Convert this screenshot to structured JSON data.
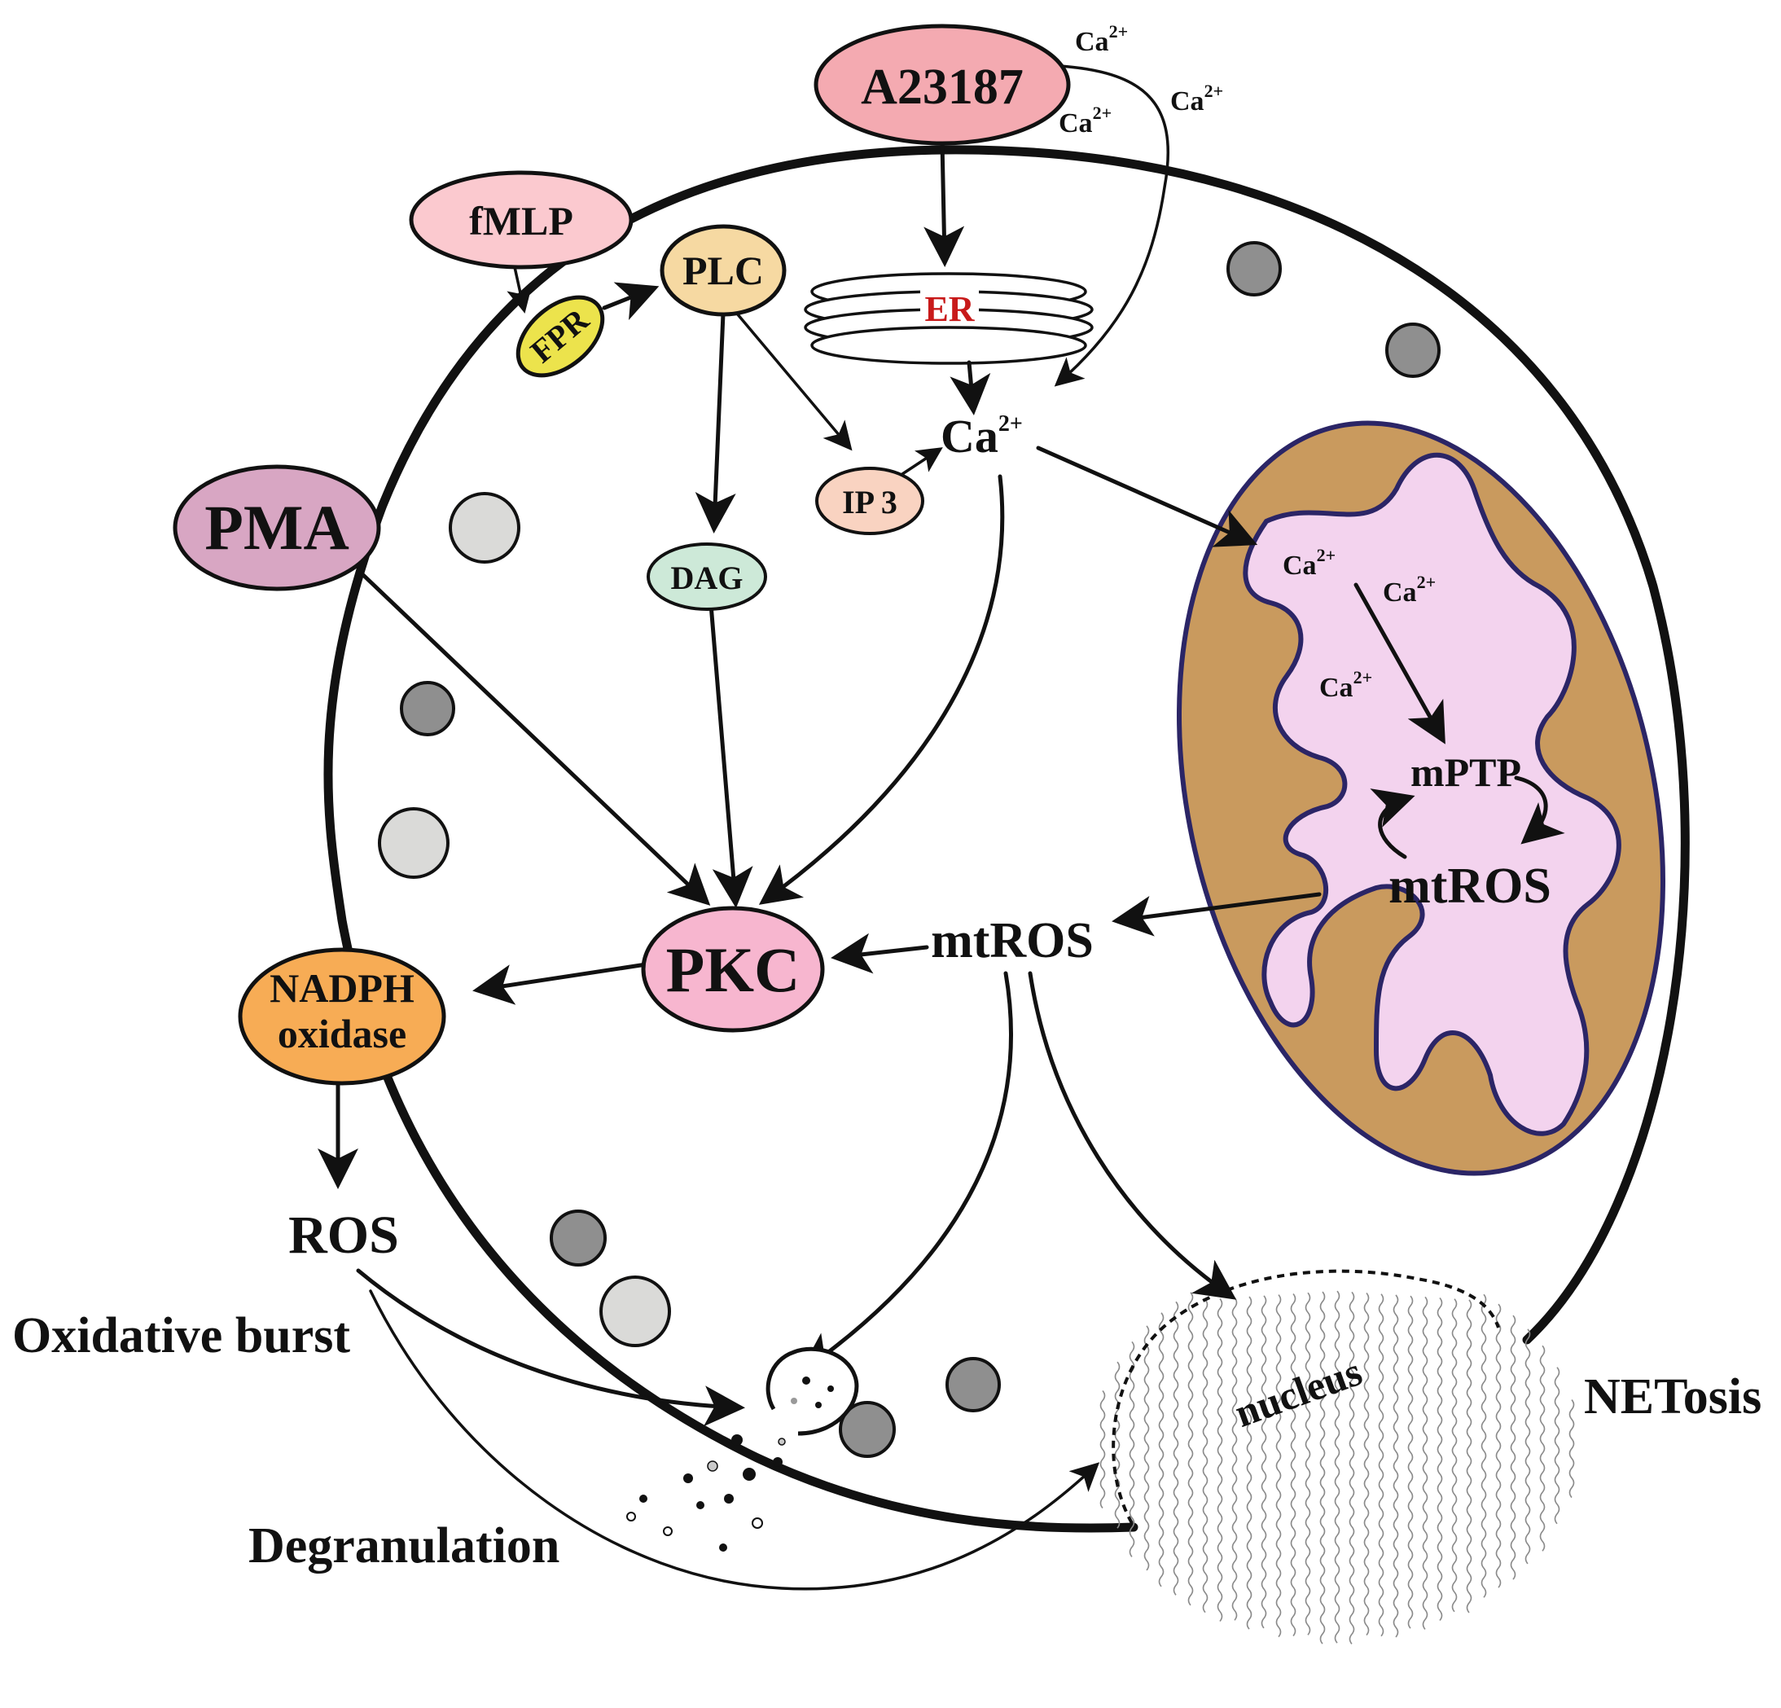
{
  "nodes": {
    "a23187": "A23187",
    "fmlp": "fMLP",
    "fpr": "FPR",
    "plc": "PLC",
    "pma": "PMA",
    "er": "ER",
    "ip3": "IP 3",
    "dag": "DAG",
    "pkc": "PKC",
    "nadph_line1": "NADPH",
    "nadph_line2": "oxidase",
    "ros": "ROS",
    "mtros_cyto": "mtROS",
    "mptp": "mPTP",
    "mtros_mito": "mtROS",
    "nucleus": "nucleus"
  },
  "calcium": {
    "base": "Ca",
    "charge": "2+"
  },
  "outcomes": {
    "oxidative_burst": "Oxidative burst",
    "degranulation": "Degranulation",
    "netosis": "NETosis"
  },
  "colors": {
    "a23187": "#f4aab1",
    "fmlp": "#fbc9cf",
    "fpr": "#ece34c",
    "plc": "#f6d9a2",
    "pma": "#d8a6c3",
    "ip3": "#f9d3c1",
    "dag": "#cde9d8",
    "pkc": "#f7b6cf",
    "nadph": "#f7ac55",
    "mito_outer": "#c99a5e",
    "mito_inner": "#f3d3ee",
    "mito_border": "#2b2566",
    "er_label": "#c81a1a",
    "granule_light": "#dadad8",
    "granule_dark": "#8f8f8f"
  }
}
